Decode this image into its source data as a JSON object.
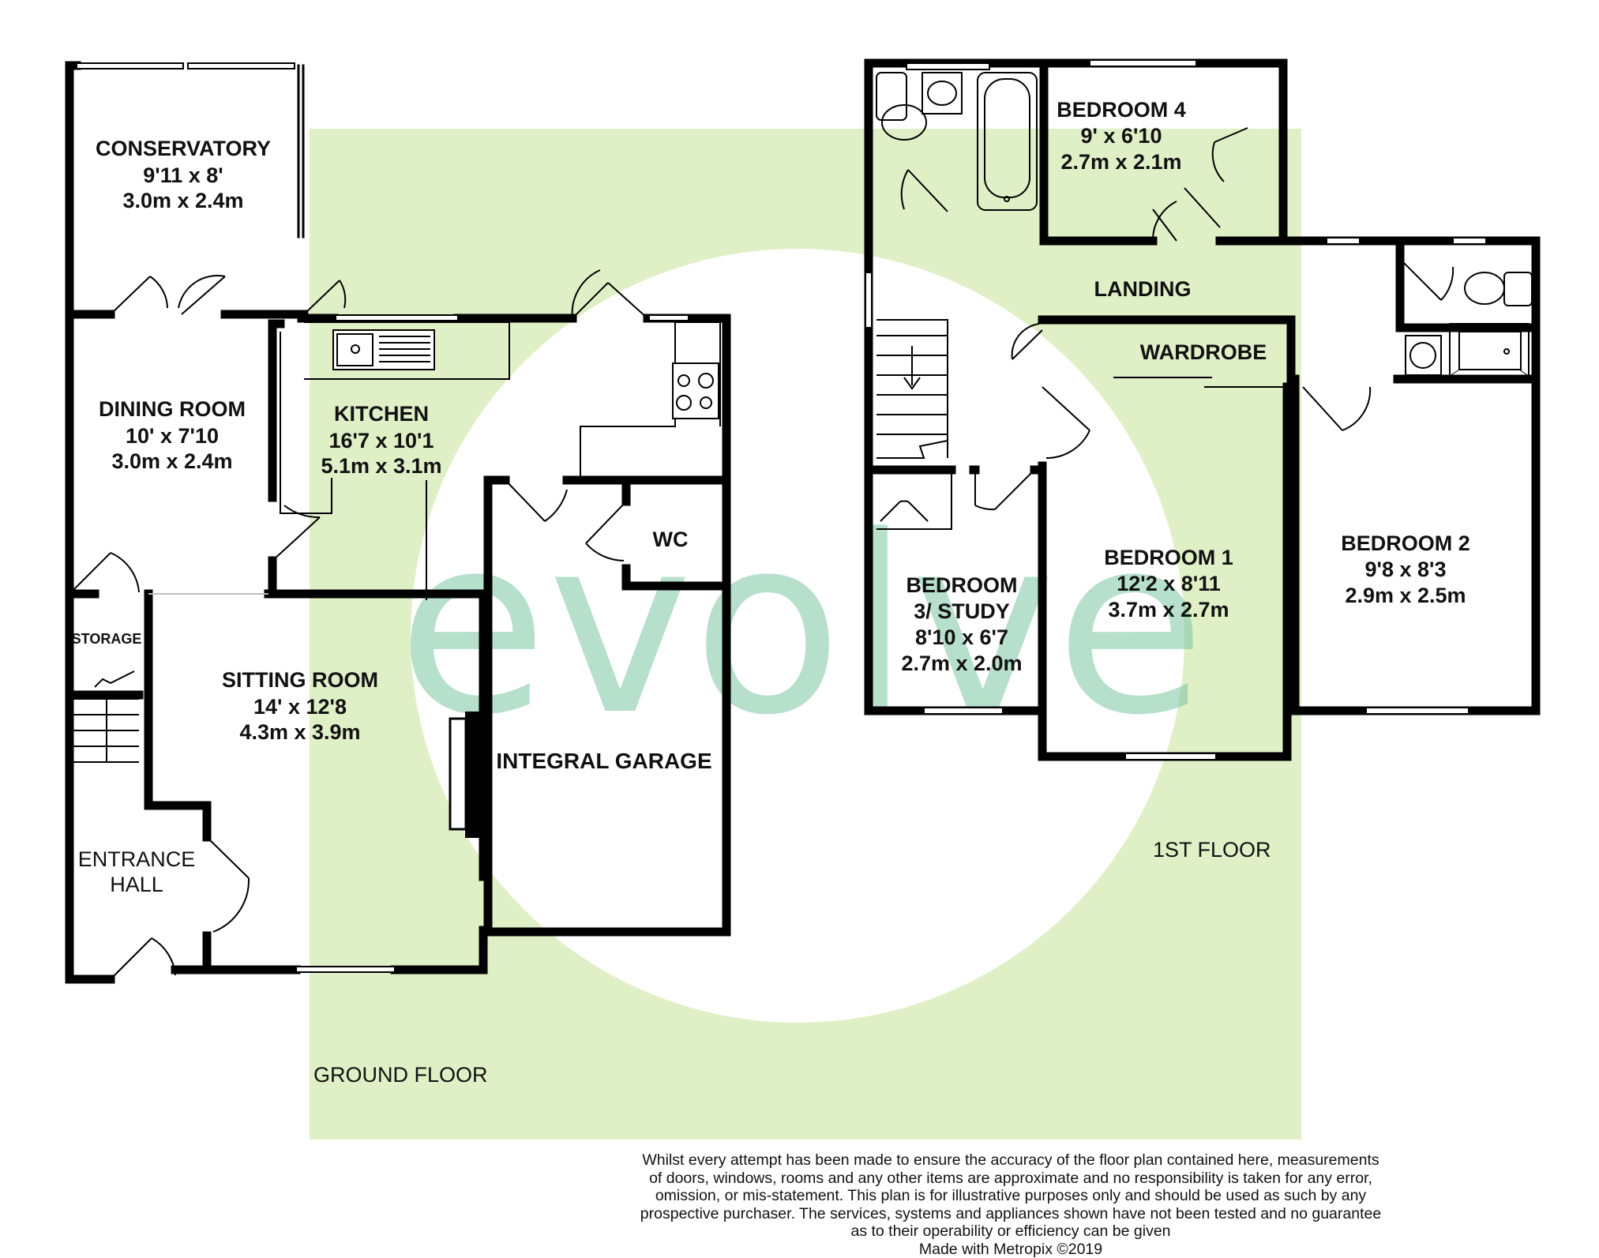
{
  "brand": {
    "watermark": "evolve",
    "bg_green": "#e0f0c6",
    "circle": "#ffffff",
    "watermark_color": "#7cc6a4"
  },
  "floors": {
    "ground": "GROUND FLOOR",
    "first": "1ST FLOOR"
  },
  "rooms": {
    "conservatory": {
      "name": "CONSERVATORY",
      "imperial": "9'11 x 8'",
      "metric": "3.0m x 2.4m"
    },
    "dining": {
      "name": "DINING ROOM",
      "imperial": "10' x 7'10",
      "metric": "3.0m x 2.4m"
    },
    "kitchen": {
      "name": "KITCHEN",
      "imperial": "16'7 x 10'1",
      "metric": "5.1m x 3.1m"
    },
    "wc": {
      "name": "WC"
    },
    "storage": {
      "name": "STORAGE"
    },
    "sitting": {
      "name": "SITTING ROOM",
      "imperial": "14' x 12'8",
      "metric": "4.3m x 3.9m"
    },
    "garage": {
      "name": "INTEGRAL GARAGE"
    },
    "entrance": {
      "line1": "ENTRANCE",
      "line2": "HALL"
    },
    "bedroom4": {
      "name": "BEDROOM 4",
      "imperial": "9' x 6'10",
      "metric": "2.7m x 2.1m"
    },
    "landing": {
      "name": "LANDING"
    },
    "wardrobe": {
      "name": "WARDROBE"
    },
    "bedroom3": {
      "line1": "BEDROOM",
      "line2": "3/ STUDY",
      "imperial": "8'10 x 6'7",
      "metric": "2.7m x 2.0m"
    },
    "bedroom1": {
      "name": "BEDROOM 1",
      "imperial": "12'2 x 8'11",
      "metric": "3.7m x 2.7m"
    },
    "bedroom2": {
      "name": "BEDROOM 2",
      "imperial": "9'8 x 8'3",
      "metric": "2.9m x 2.5m"
    }
  },
  "disclaimer": {
    "lines": [
      "Whilst every attempt has been made to ensure the accuracy of the floor plan contained here, measurements",
      "of doors, windows, rooms and any other items are approximate and no responsibility is taken for any error,",
      "omission, or mis-statement. This plan is for illustrative purposes only and should be used as such by any",
      "prospective purchaser. The services, systems and appliances shown have not been tested and no guarantee",
      "as to their operability or efficiency can be given"
    ],
    "credit": "Made with Metropix ©2019"
  }
}
